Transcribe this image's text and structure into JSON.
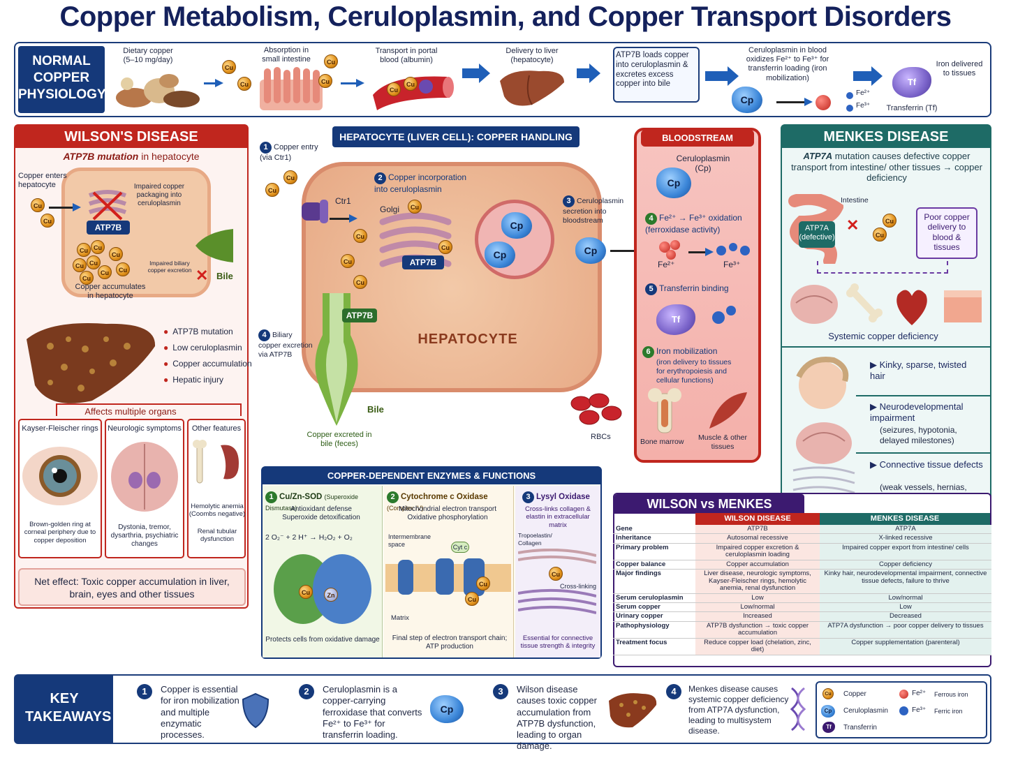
{
  "title": "Copper Metabolism, Ceruloplasmin, and Copper Transport Disorders",
  "normal": {
    "label": "NORMAL COPPER PHYSIOLOGY",
    "steps": [
      "Dietary copper (5–10 mg/day)",
      "Absorption in small intestine",
      "Transport in portal blood (albumin)",
      "Delivery to liver (hepatocyte)",
      "ATP7B loads copper into ceruloplasmin & excretes excess copper into bile",
      "Ceruloplasmin in blood oxidizes Fe²⁺ to Fe³⁺ for transferrin loading (iron mobilization)",
      "Iron delivered to tissues"
    ],
    "transferrin_label": "Transferrin (Tf)",
    "fe2": "Fe²⁺",
    "fe3": "Fe³⁺"
  },
  "wilson": {
    "header": "WILSON'S DISEASE",
    "subtitle_gene": "ATP7B mutation",
    "subtitle_rest": " in hepatocyte",
    "copper_enters": "Copper enters hepatocyte",
    "impaired_packaging": "Impaired copper packaging into ceruloplasmin",
    "atp7b": "ATP7B",
    "impaired_biliary": "Impaired biliary copper excretion",
    "bile": "Bile",
    "accumulates": "Copper accumulates in hepatocyte",
    "bullets": [
      "ATP7B mutation",
      "Low ceruloplasmin",
      "Copper accumulation",
      "Hepatic injury"
    ],
    "affects": "Affects multiple organs",
    "kf": {
      "title": "Kayser-Fleischer rings",
      "desc": "Brown-golden ring at corneal periphery due to copper deposition"
    },
    "neuro": {
      "title": "Neurologic symptoms",
      "desc": "Dystonia, tremor, dysarthria, psychiatric changes"
    },
    "other": {
      "title": "Other features",
      "desc1": "Hemolytic anemia (Coombs negative)",
      "desc2": "Renal tubular dysfunction"
    },
    "net_effect": "Net effect: Toxic copper accumulation in liver, brain, eyes and other tissues"
  },
  "hepatocyte": {
    "header": "HEPATOCYTE (LIVER CELL): COPPER HANDLING",
    "step1": "Copper entry (via Ctr1)",
    "ctr1": "Ctr1",
    "golgi": "Golgi",
    "step2": "Copper incorporation into ceruloplasmin",
    "step3": "Ceruloplasmin secretion into bloodstream",
    "step4": "Biliary copper excretion via ATP7B",
    "atp7b": "ATP7B",
    "label": "HEPATOCYTE",
    "bile": "Bile",
    "excreted": "Copper excreted in bile (feces)"
  },
  "bloodstream": {
    "header": "BLOODSTREAM",
    "cp_label": "Ceruloplasmin (Cp)",
    "step4": "Fe²⁺ → Fe³⁺ oxidation (ferroxidase activity)",
    "fe2": "Fe²⁺",
    "fe3": "Fe³⁺",
    "step5": "Transferrin binding",
    "step6_title": "Iron mobilization",
    "step6_desc": "(iron delivery to tissues for erythropoiesis and cellular functions)",
    "rbcs": "RBCs",
    "bone": "Bone marrow",
    "muscle": "Muscle & other tissues"
  },
  "menkes": {
    "header": "MENKES DISEASE",
    "subtitle_gene": "ATP7A",
    "subtitle_rest": " mutation causes defective copper transport from intestine/ other tissues → copper deficiency",
    "intestine": "Intestine",
    "atp7a": "ATP7A (defective)",
    "poor": "Poor copper delivery to blood & tissues",
    "systemic": "Systemic copper deficiency",
    "f1_title": "Kinky, sparse, twisted hair",
    "f2_title": "Neurodevelopmental impairment",
    "f2_desc": "(seizures, hypotonia, delayed milestones)",
    "f3_title": "Connective tissue defects",
    "f3_desc": "(weak vessels, hernias, brittle bones)"
  },
  "enzymes": {
    "header": "COPPER-DEPENDENT ENZYMES & FUNCTIONS",
    "e1_title": "Cu/Zn-SOD",
    "e1_sub": "(Superoxide Dismutase)",
    "e1_desc": "Antioxidant defense Superoxide detoxification",
    "e1_eq": "2 O₂⁻ + 2 H⁺ → H₂O₂ + O₂",
    "e1_enzyme": "Cu/Zn-SOD",
    "e1_foot": "Protects cells from oxidative damage",
    "e2_title": "Cytochrome c Oxidase",
    "e2_sub": "(Complex IV)",
    "e2_desc": "Mitochondrial electron transport Oxidative phosphorylation",
    "e2_ims": "Intermembrane space",
    "e2_matrix": "Matrix",
    "e2_foot": "Final step of electron transport chain; ATP production",
    "e3_title": "Lysyl Oxidase",
    "e3_desc": "Cross-links collagen & elastin in extracellular matrix",
    "e3_tropo": "Tropoelastin/ Collagen",
    "e3_cross": "Cross-linking",
    "e3_foot": "Essential for connective tissue strength & integrity"
  },
  "compare": {
    "header": "WILSON vs MENKES",
    "col_w": "WILSON DISEASE",
    "col_m": "MENKES DISEASE",
    "rows": [
      {
        "label": "Gene",
        "w": "ATP7B",
        "m": "ATP7A"
      },
      {
        "label": "Inheritance",
        "w": "Autosomal recessive",
        "m": "X-linked recessive"
      },
      {
        "label": "Primary problem",
        "w": "Impaired copper excretion & ceruloplasmin loading",
        "m": "Impaired copper export from intestine/ cells"
      },
      {
        "label": "Copper balance",
        "w": "Copper accumulation",
        "m": "Copper deficiency"
      },
      {
        "label": "Major findings",
        "w": "Liver disease, neurologic symptoms, Kayser-Fleischer rings, hemolytic anemia, renal dysfunction",
        "m": "Kinky hair, neurodevelopmental impairment, connective tissue defects, failure to thrive"
      },
      {
        "label": "Serum ceruloplasmin",
        "w": "Low",
        "m": "Low/normal"
      },
      {
        "label": "Serum copper",
        "w": "Low/normal",
        "m": "Low"
      },
      {
        "label": "Urinary copper",
        "w": "Increased",
        "m": "Decreased"
      },
      {
        "label": "Pathophysiology",
        "w": "ATP7B dysfunction → toxic copper accumulation",
        "m": "ATP7A dysfunction → poor copper delivery to tissues"
      },
      {
        "label": "Treatment focus",
        "w": "Reduce copper load (chelation, zinc, diet)",
        "m": "Copper supplementation (parenteral)"
      }
    ]
  },
  "takeaways": {
    "label": "KEY TAKEAWAYS",
    "items": [
      "Copper is essential for iron mobilization and multiple enzymatic processes.",
      "Ceruloplasmin is a copper-carrying ferroxidase that converts Fe²⁺ to Fe³⁺ for transferrin loading.",
      "Wilson disease causes toxic copper accumulation from ATP7B dysfunction, leading to organ damage.",
      "Menkes disease causes systemic copper deficiency from ATP7A dysfunction, leading to multisystem disease."
    ]
  },
  "legend": {
    "copper": "Copper",
    "cp": "Ceruloplasmin",
    "tf": "Transferrin",
    "fe2": "Fe²⁺",
    "fe2_name": "Ferrous iron",
    "fe3": "Fe³⁺",
    "fe3_name": "Ferric iron"
  },
  "symbols": {
    "cu": "Cu",
    "cp": "Cp",
    "tf": "Tf",
    "zn": "Zn",
    "cytc": "Cyt c",
    "nums": [
      "1",
      "2",
      "3",
      "4",
      "5",
      "6"
    ]
  },
  "colors": {
    "navy": "#15397a",
    "wilson_red": "#c0261e",
    "menkes_teal": "#1e6b66",
    "copper": "#e0901a",
    "cp_blue": "#3b86d8"
  }
}
